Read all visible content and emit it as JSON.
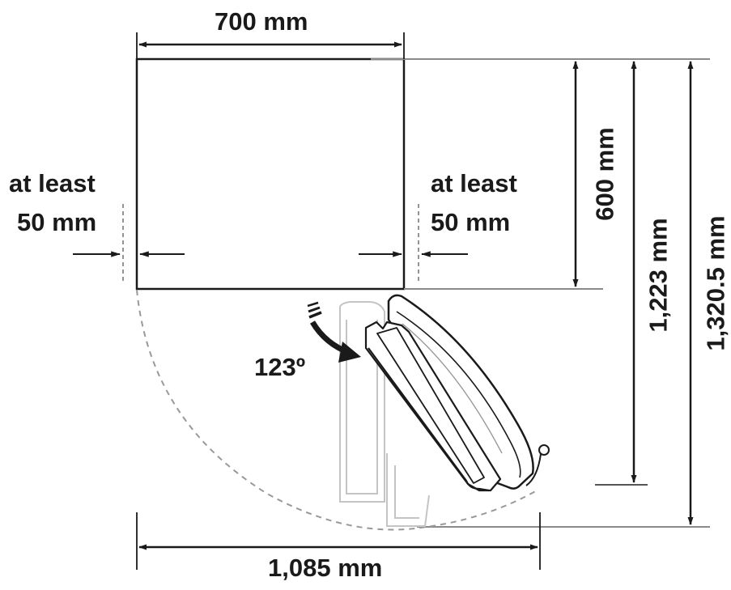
{
  "diagram": {
    "width_label": "700 mm",
    "depth_label": "600 mm",
    "left_clearance": {
      "line1": "at least",
      "line2": "50 mm"
    },
    "right_clearance": {
      "line1": "at least",
      "line2": "50 mm"
    },
    "door_angle_label": "123º",
    "open_depth_label": "1,223 mm",
    "total_depth_label": "1,320.5 mm",
    "open_width_label": "1,085 mm"
  }
}
